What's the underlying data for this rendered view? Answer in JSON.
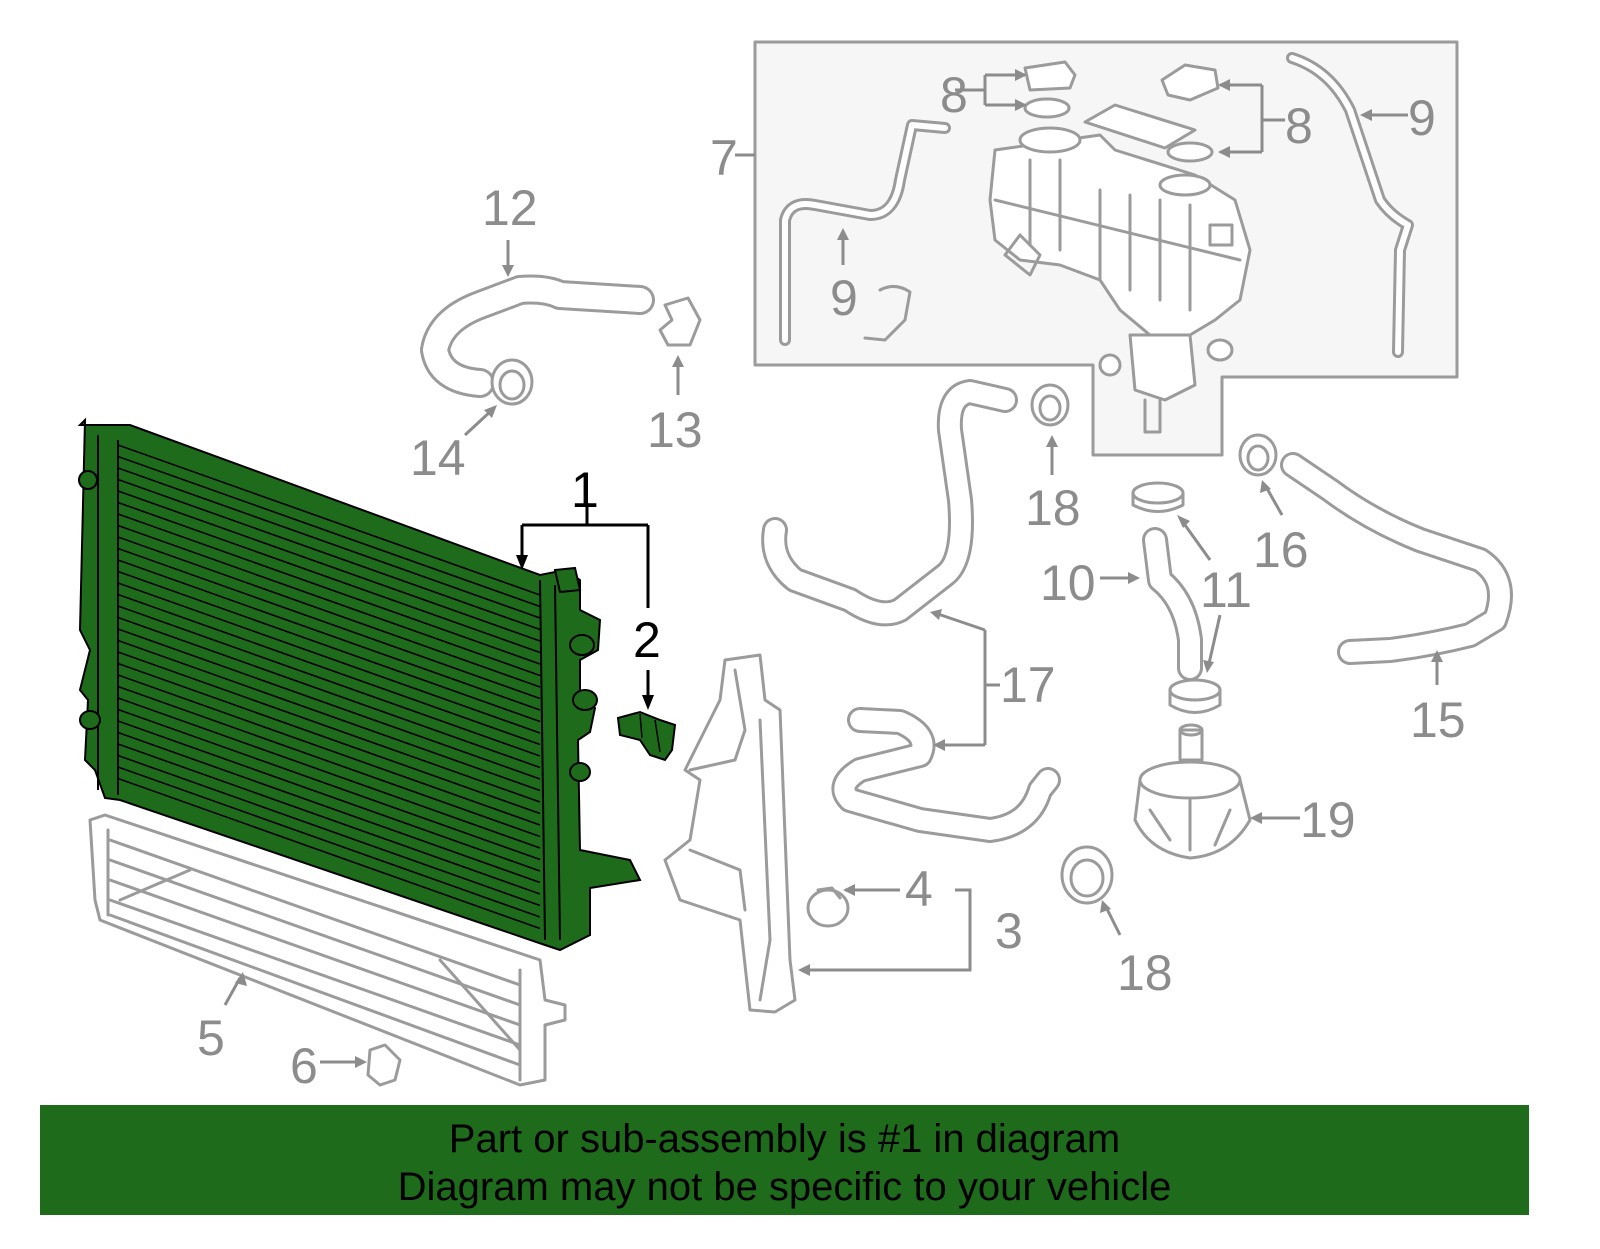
{
  "callouts": {
    "c1": "1",
    "c2": "2",
    "c3": "3",
    "c4": "4",
    "c5": "5",
    "c6": "6",
    "c7": "7",
    "c8a": "8",
    "c8b": "8",
    "c9a": "9",
    "c9b": "9",
    "c10": "10",
    "c11": "11",
    "c12": "12",
    "c13": "13",
    "c14": "14",
    "c15": "15",
    "c16": "16",
    "c17": "17",
    "c18a": "18",
    "c18b": "18",
    "c19": "19"
  },
  "highlight_color": "#1f6b1c",
  "part_color": "#9b9b9b",
  "banner": {
    "line1": "Part or sub-assembly is #1 in diagram",
    "line2": "Diagram may not be specific to your vehicle"
  }
}
